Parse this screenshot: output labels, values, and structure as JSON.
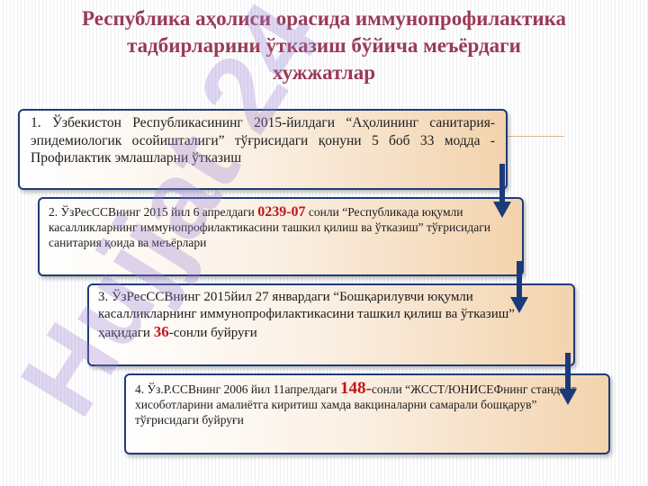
{
  "title": {
    "line1": "Республика аҳолиси орасида иммунопрофилактика",
    "line2": "тадбирларини ўтказиш бўйича меъёрдаги",
    "line3": "хужжатлар"
  },
  "watermark": "Hujjat 24",
  "colors": {
    "title": "#9a3a55",
    "box_border": "#1f3c77",
    "arrow": "#1a3a7a",
    "highlight": "#c0161b",
    "watermark": "#9a7fd0"
  },
  "steps": [
    {
      "text": "1. Ўзбекистон Республикасининг 2015-йилдаги “Аҳолининг санитария- эпидемиологик осойишталиги” тўғрисидаги қонуни 5 боб 33 модда - Профилактик эмлашларни ўтказиш"
    },
    {
      "text_before": "2. ЎзРесССВнинг 2015 йил 6 апрелдаги ",
      "highlight": "0239-07",
      "text_after": " сонли “Республикада юқумли касалликларнинг иммунопрофилактикасини ташкил қилиш ва ўтказиш” тўғрисидаги санитария қоида ва меъёрлари"
    },
    {
      "text_before": "3. ЎзРесССВнинг 2015йил 27 январдаги “Бошқарилувчи юқумли касалликларнинг иммунопрофилактикасини ташкил қилиш ва ўтказиш” ҳақидаги ",
      "highlight": "36",
      "text_after": "-сонли буйруғи"
    },
    {
      "text_before": "4. Ўз.Р.ССВнинг 2006 йил 11апрелдаги ",
      "highlight": "148-",
      "text_after": "сонли “ЖССТ/ЮНИСЕФнинг стандарт хисоботларини амалиётга киритиш хамда вакциналарни самарали бошқарув” тўғрисидаги буйруғи"
    }
  ]
}
